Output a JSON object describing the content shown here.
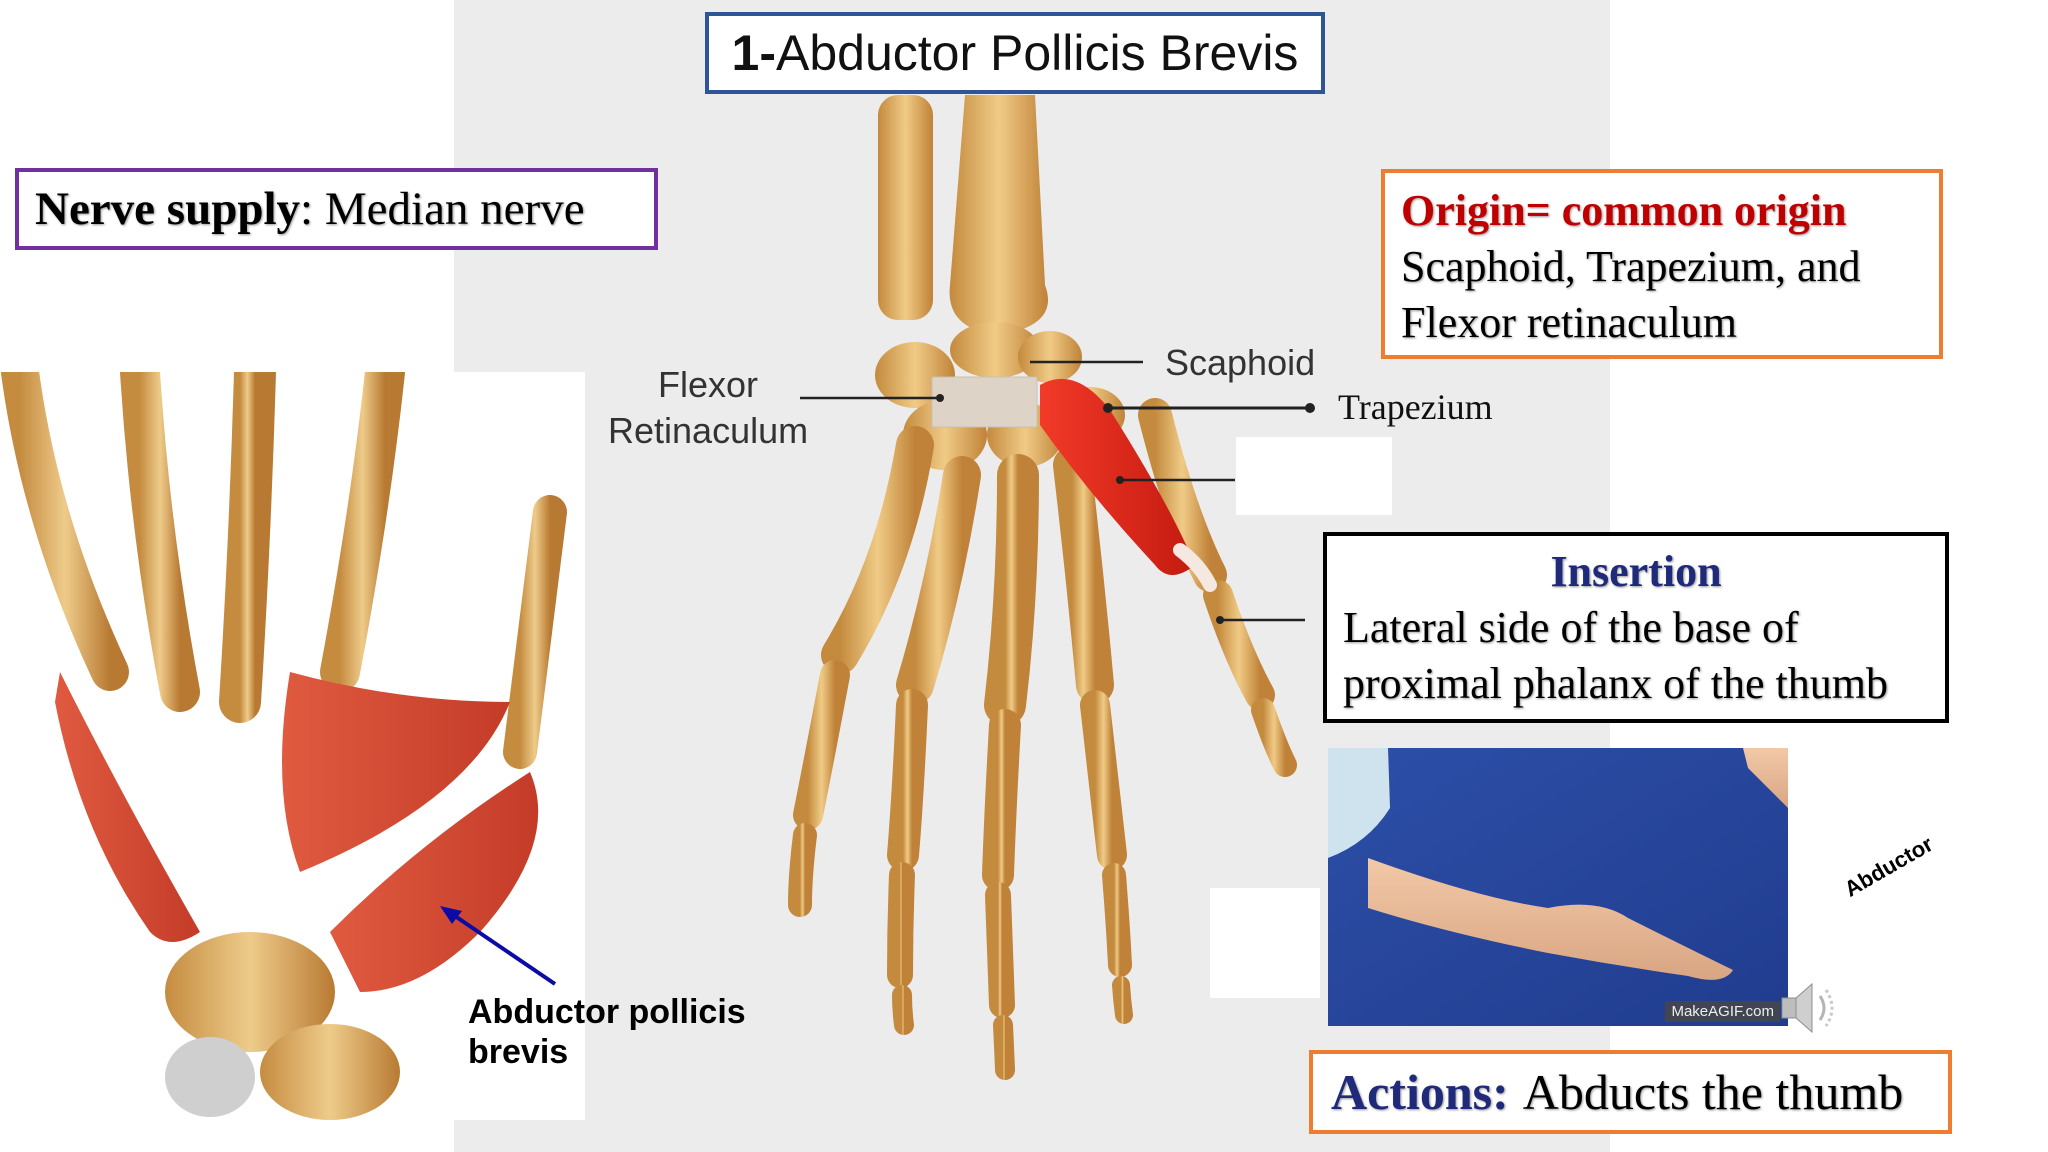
{
  "title": {
    "number": "1-",
    "text": "Abductor Pollicis Brevis"
  },
  "nerve": {
    "label": "Nerve supply",
    "value": ": Median nerve"
  },
  "origin": {
    "label": "Origin= common origin",
    "line1": "Scaphoid, Trapezium, and",
    "line2": "Flexor retinaculum"
  },
  "insertion": {
    "label": "Insertion",
    "line1": "Lateral side of the base of",
    "line2": "proximal phalanx of the thumb"
  },
  "actions": {
    "label": "Actions:",
    "value": "Abducts the thumb"
  },
  "diagram_labels": {
    "flexor_line1": "Flexor",
    "flexor_line2": "Retinaculum",
    "scaphoid": "Scaphoid",
    "trapezium": "Trapezium"
  },
  "left_figure": {
    "label_line1": "Abductor pollicis",
    "label_line2": "brevis"
  },
  "video": {
    "watermark": "MakeAGIF.com",
    "caption": "Abductor"
  },
  "colors": {
    "title_border": "#2f5597",
    "nerve_border": "#7030a0",
    "origin_border": "#ed7d31",
    "origin_red": "#c00000",
    "heading_navy": "#1f2a7a",
    "muscle_red": "#e0291c",
    "bone": "#e8b86a"
  },
  "icons": {
    "audio": "speaker-icon"
  }
}
